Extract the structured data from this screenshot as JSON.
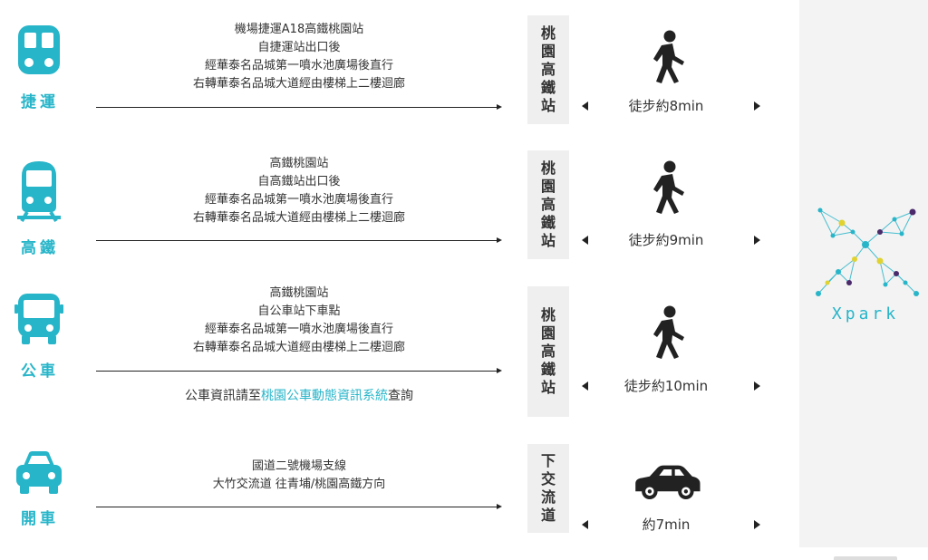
{
  "brand_color": "#27b5c9",
  "routes": [
    {
      "icon": "metro-icon",
      "mode": "捷運",
      "lines": [
        "機場捷運A18高鐵桃園站",
        "自捷運站出口後",
        "經華泰名品城第一噴水池廣場後直行",
        "右轉華泰名品城大道經由樓梯上二樓迴廊"
      ],
      "station": "桃園高鐵站",
      "time_icon": "walking-person-icon",
      "time": "徒步約8min"
    },
    {
      "icon": "high-speed-rail-icon",
      "mode": "高鐵",
      "lines": [
        "高鐵桃園站",
        "自高鐵站出口後",
        "經華泰名品城第一噴水池廣場後直行",
        "右轉華泰名品城大道經由樓梯上二樓迴廊"
      ],
      "station": "桃園高鐵站",
      "time_icon": "walking-person-icon",
      "time": "徒步約9min"
    },
    {
      "icon": "bus-icon",
      "mode": "公車",
      "lines": [
        "高鐵桃園站",
        "自公車站下車點",
        "經華泰名品城第一噴水池廣場後直行",
        "右轉華泰名品城大道經由樓梯上二樓迴廊"
      ],
      "info_prefix": "公車資訊請至",
      "info_link": "桃園公車動態資訊系統",
      "info_suffix": "查詢",
      "station": "桃園高鐵站",
      "time_icon": "walking-person-icon",
      "time": "徒步約10min"
    },
    {
      "icon": "car-icon",
      "mode": "開車",
      "lines": [
        "國道二號機場支線",
        "大竹交流道 往青埔/桃園高鐵方向"
      ],
      "station": "下交流道",
      "time_icon": "car-icon",
      "time": "約7min"
    }
  ],
  "logo": {
    "text": "Xpark",
    "icon": "xpark-network-logo"
  }
}
